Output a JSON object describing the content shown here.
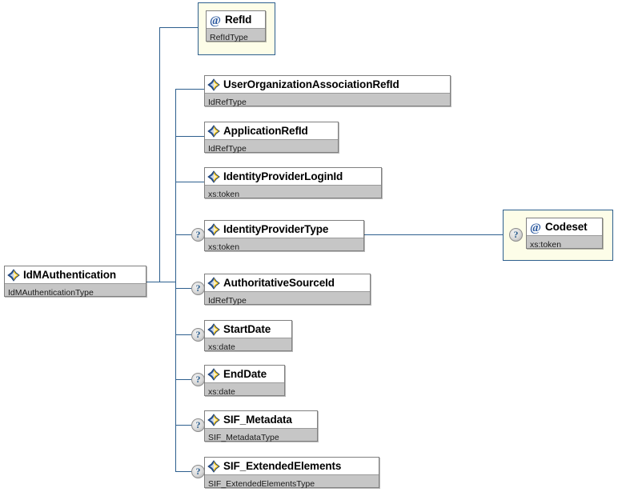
{
  "diagram": {
    "title": "IdMAuthentication",
    "colors": {
      "line": "#2d5f8e",
      "container_fill": "#fdfde8",
      "node_fill": "#ffffff",
      "type_fill": "#c6c6c6",
      "icon_blue": "#2c5aa0",
      "icon_yellow": "#f4c20d",
      "marker_text": "#2d5f8e"
    }
  },
  "root": {
    "name": "IdMAuthentication",
    "type": "IdMAuthenticationType",
    "icon": "element-icon",
    "optional": false
  },
  "attribute_branch": {
    "nodes": [
      {
        "name": "RefId",
        "type": "RefIdType",
        "icon": "attribute-icon",
        "optional": false
      }
    ]
  },
  "element_branch": {
    "nodes": [
      {
        "name": "UserOrganizationAssociationRefId",
        "type": "IdRefType",
        "icon": "element-icon",
        "optional": false
      },
      {
        "name": "ApplicationRefId",
        "type": "IdRefType",
        "icon": "element-icon",
        "optional": false
      },
      {
        "name": "IdentityProviderLoginId",
        "type": "xs:token",
        "icon": "element-icon",
        "optional": false
      },
      {
        "name": "IdentityProviderType",
        "type": "xs:token",
        "icon": "element-icon",
        "optional": true,
        "optional_marker": "?"
      },
      {
        "name": "AuthoritativeSourceId",
        "type": "IdRefType",
        "icon": "element-icon",
        "optional": true,
        "optional_marker": "?"
      },
      {
        "name": "StartDate",
        "type": "xs:date",
        "icon": "element-icon",
        "optional": true,
        "optional_marker": "?"
      },
      {
        "name": "EndDate",
        "type": "xs:date",
        "icon": "element-icon",
        "optional": true,
        "optional_marker": "?"
      },
      {
        "name": "SIF_Metadata",
        "type": "SIF_MetadataType",
        "icon": "element-icon",
        "optional": true,
        "optional_marker": "?"
      },
      {
        "name": "SIF_ExtendedElements",
        "type": "SIF_ExtendedElementsType",
        "icon": "element-icon",
        "optional": true,
        "optional_marker": "?"
      }
    ]
  },
  "codeset_branch": {
    "parent": "IdentityProviderType",
    "nodes": [
      {
        "name": "Codeset",
        "type": "xs:token",
        "icon": "attribute-icon",
        "optional": true,
        "optional_marker": "?"
      }
    ]
  }
}
